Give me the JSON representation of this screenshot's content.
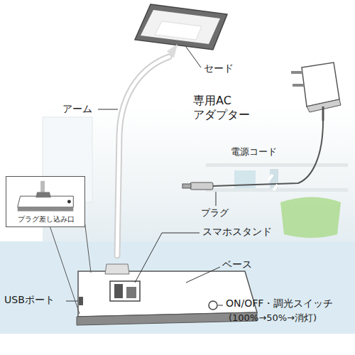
{
  "diagram": {
    "nodes": [
      {
        "text": [
          "プラグ差し込み口"
        ]
      }
    ],
    "labels": [
      "セード",
      "アーム",
      "専用AC アダプター",
      "電源コード",
      "プラグ",
      "スマホスタンド",
      "ベース",
      "USBポート",
      "ON/OFF・調光スイッチ",
      "(100%→50%→消灯)"
    ]
  }
}
